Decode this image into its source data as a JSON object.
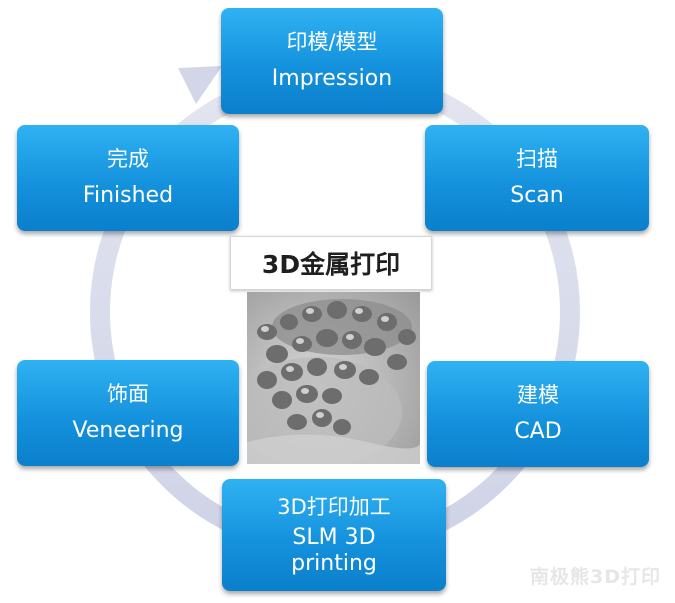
{
  "center_title": "3D金属打印",
  "steps": [
    {
      "id": "impression",
      "zh": "印模/模型",
      "en": "Impression"
    },
    {
      "id": "scan",
      "zh": "扫描",
      "en": "Scan"
    },
    {
      "id": "cad",
      "zh": "建模",
      "en": "CAD"
    },
    {
      "id": "printing",
      "zh": "3D打印加工",
      "en_lines": [
        "SLM 3D",
        "printing"
      ]
    },
    {
      "id": "veneering",
      "zh": "饰面",
      "en": "Veneering"
    },
    {
      "id": "finished",
      "zh": "完成",
      "en": "Finished"
    }
  ],
  "watermark": "南极熊3D打印",
  "colors": {
    "box_top": "#2fb2f2",
    "box_bottom": "#0b7fcc",
    "ring": "#d6d9ea",
    "watermark": "#e6e6e6"
  }
}
